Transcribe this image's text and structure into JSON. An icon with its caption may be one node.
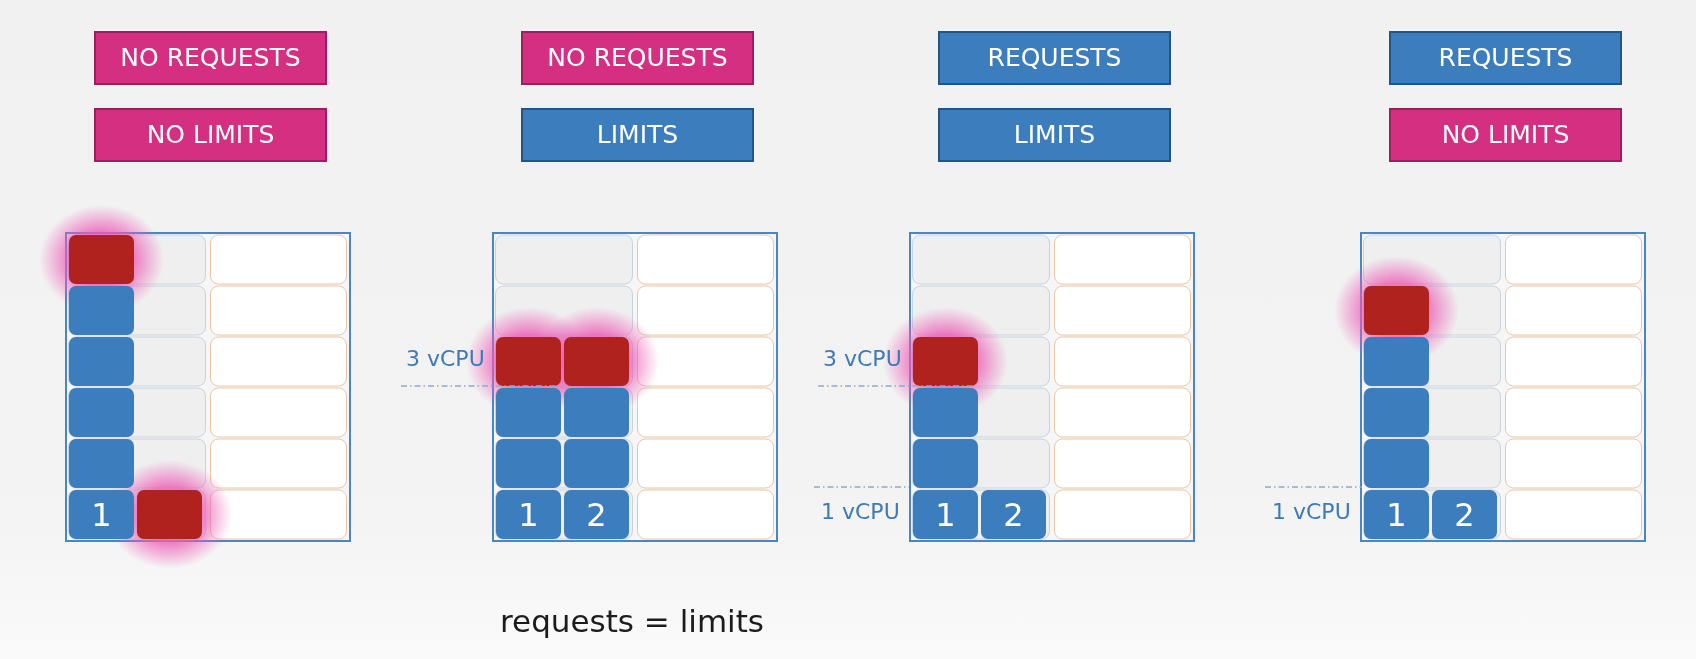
{
  "diagram": {
    "nodes": [
      {
        "text": [
          "NO REQUESTS"
        ]
      },
      {
        "text": [
          "NO LIMITS"
        ]
      },
      {
        "text": [],
        "shape": "box"
      },
      {
        "text": [],
        "shape": "box",
        "in": 2
      },
      {
        "text": [],
        "shape": "box",
        "in": 2
      },
      {
        "text": [],
        "shape": "box",
        "in": 2
      },
      {
        "text": [],
        "shape": "box",
        "in": 2
      },
      {
        "text": [],
        "shape": "box",
        "in": 2
      },
      {
        "text": [
          "1"
        ],
        "in": 2
      },
      {
        "text": [],
        "shape": "box",
        "in": 2
      },
      {
        "text": [
          "NO REQUESTS"
        ]
      },
      {
        "text": [
          "LIMITS"
        ]
      },
      {
        "text": [],
        "shape": "box"
      },
      {
        "text": [],
        "shape": "box",
        "in": 12
      },
      {
        "text": [],
        "shape": "box",
        "in": 12
      },
      {
        "text": [],
        "shape": "box",
        "in": 12
      },
      {
        "text": [],
        "shape": "box",
        "in": 12
      },
      {
        "text": [],
        "shape": "box",
        "in": 12
      },
      {
        "text": [],
        "shape": "box",
        "in": 12
      },
      {
        "text": [
          "1"
        ],
        "in": 12
      },
      {
        "text": [
          "2"
        ],
        "in": 12
      },
      {
        "text": [
          "REQUESTS"
        ]
      },
      {
        "text": [
          "LIMITS"
        ]
      },
      {
        "text": [],
        "shape": "box"
      },
      {
        "text": [],
        "shape": "box",
        "in": 23
      },
      {
        "text": [],
        "shape": "box",
        "in": 23
      },
      {
        "text": [],
        "shape": "box",
        "in": 23
      },
      {
        "text": [
          "1"
        ],
        "in": 23
      },
      {
        "text": [
          "2"
        ],
        "in": 23
      },
      {
        "text": [
          "REQUESTS"
        ]
      },
      {
        "text": [
          "NO LIMITS"
        ]
      },
      {
        "text": [],
        "shape": "box"
      },
      {
        "text": [],
        "shape": "box",
        "in": 31
      },
      {
        "text": [],
        "shape": "box",
        "in": 31
      },
      {
        "text": [],
        "shape": "box",
        "in": 31
      },
      {
        "text": [],
        "shape": "box",
        "in": 31
      },
      {
        "text": [
          "1"
        ],
        "in": 31
      },
      {
        "text": [
          "2"
        ],
        "in": 31
      }
    ],
    "labels": [
      "3 vCPU",
      "3 vCPU",
      "1 vCPU",
      "1 vCPU",
      "requests = limits"
    ]
  }
}
